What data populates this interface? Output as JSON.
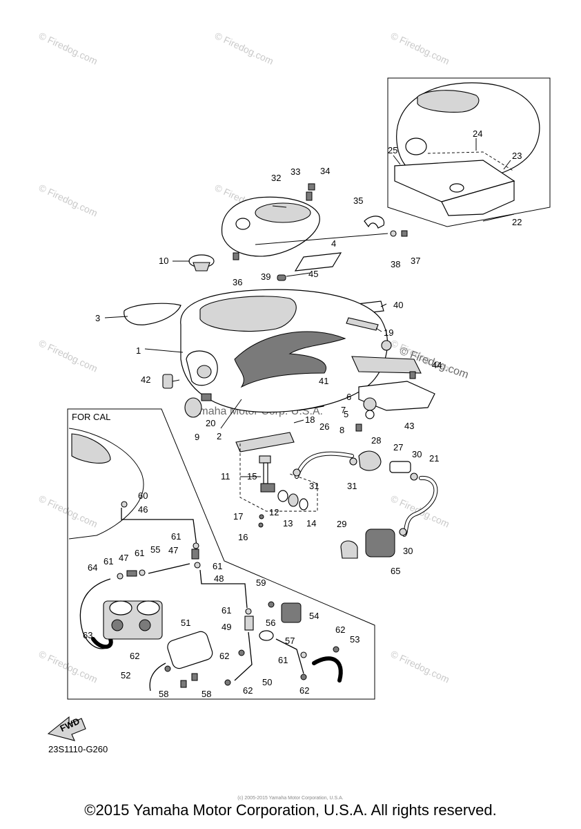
{
  "watermark_text": "© Firedog.com",
  "center_watermark_brand": "© Firedog.com",
  "center_watermark_corp": "Yamaha Motor Corp. U.S.A.",
  "inset_label": "FOR CAL",
  "fwd_label": "FWD",
  "diagram_code": "23S1110-G260",
  "tiny_credit": "(c) 2005-2015 Yamaha Motor Corporation, U.S.A.",
  "copyright": "©2015 Yamaha Motor Corporation, U.S.A. All rights reserved.",
  "callouts": [
    "1",
    "2",
    "3",
    "4",
    "5",
    "6",
    "7",
    "8",
    "9",
    "10",
    "11",
    "12",
    "13",
    "14",
    "15",
    "16",
    "17",
    "18",
    "19",
    "20",
    "21",
    "22",
    "23",
    "24",
    "25",
    "26",
    "27",
    "28",
    "29",
    "30",
    "30",
    "31",
    "31",
    "32",
    "33",
    "34",
    "35",
    "36",
    "37",
    "38",
    "39",
    "40",
    "41",
    "42",
    "43",
    "44",
    "45",
    "46",
    "47",
    "47",
    "48",
    "49",
    "50",
    "51",
    "52",
    "53",
    "54",
    "55",
    "56",
    "57",
    "58",
    "58",
    "59",
    "60",
    "61",
    "61",
    "61",
    "61",
    "61",
    "61",
    "62",
    "62",
    "62",
    "62",
    "62",
    "63",
    "64",
    "65"
  ]
}
